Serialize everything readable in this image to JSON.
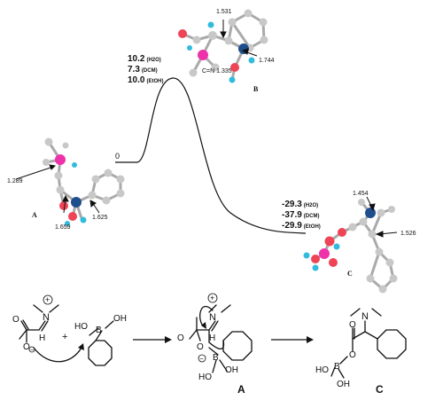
{
  "zero_label": "0",
  "ts": {
    "energies": [
      "10.2",
      "7.3",
      "10.0"
    ],
    "solvents": [
      "(H2O)",
      "(DCM)",
      "(EtOH)"
    ],
    "label": "B",
    "dist_top": "1.531",
    "dist_right": "1.744",
    "dist_cn": "C=N 1.335"
  },
  "reactant": {
    "label": "A",
    "dist_left": "1.289",
    "dist_mid": "1.659",
    "dist_right": "1.625"
  },
  "product": {
    "label": "C",
    "energies": [
      "-29.3",
      "-37.9",
      "-29.9"
    ],
    "solvents": [
      "(H2O)",
      "(DCM)",
      "(EtOH)"
    ],
    "dist_top": "1.454",
    "dist_right": "1.526"
  },
  "scheme": {
    "plus": "+",
    "label_a": "A",
    "label_c": "C",
    "atoms": {
      "n": "N",
      "plus_charge": "+",
      "o": "O",
      "minus_charge": "−",
      "h": "H",
      "b": "B",
      "oh": "OH",
      "ho": "HO"
    }
  },
  "colors": {
    "carbon": "#c8c8c8",
    "oxygen": "#ee4455",
    "hydrogen": "#33bbdd",
    "boron": "#ee33aa",
    "nitrogen": "#1f4e8c"
  }
}
